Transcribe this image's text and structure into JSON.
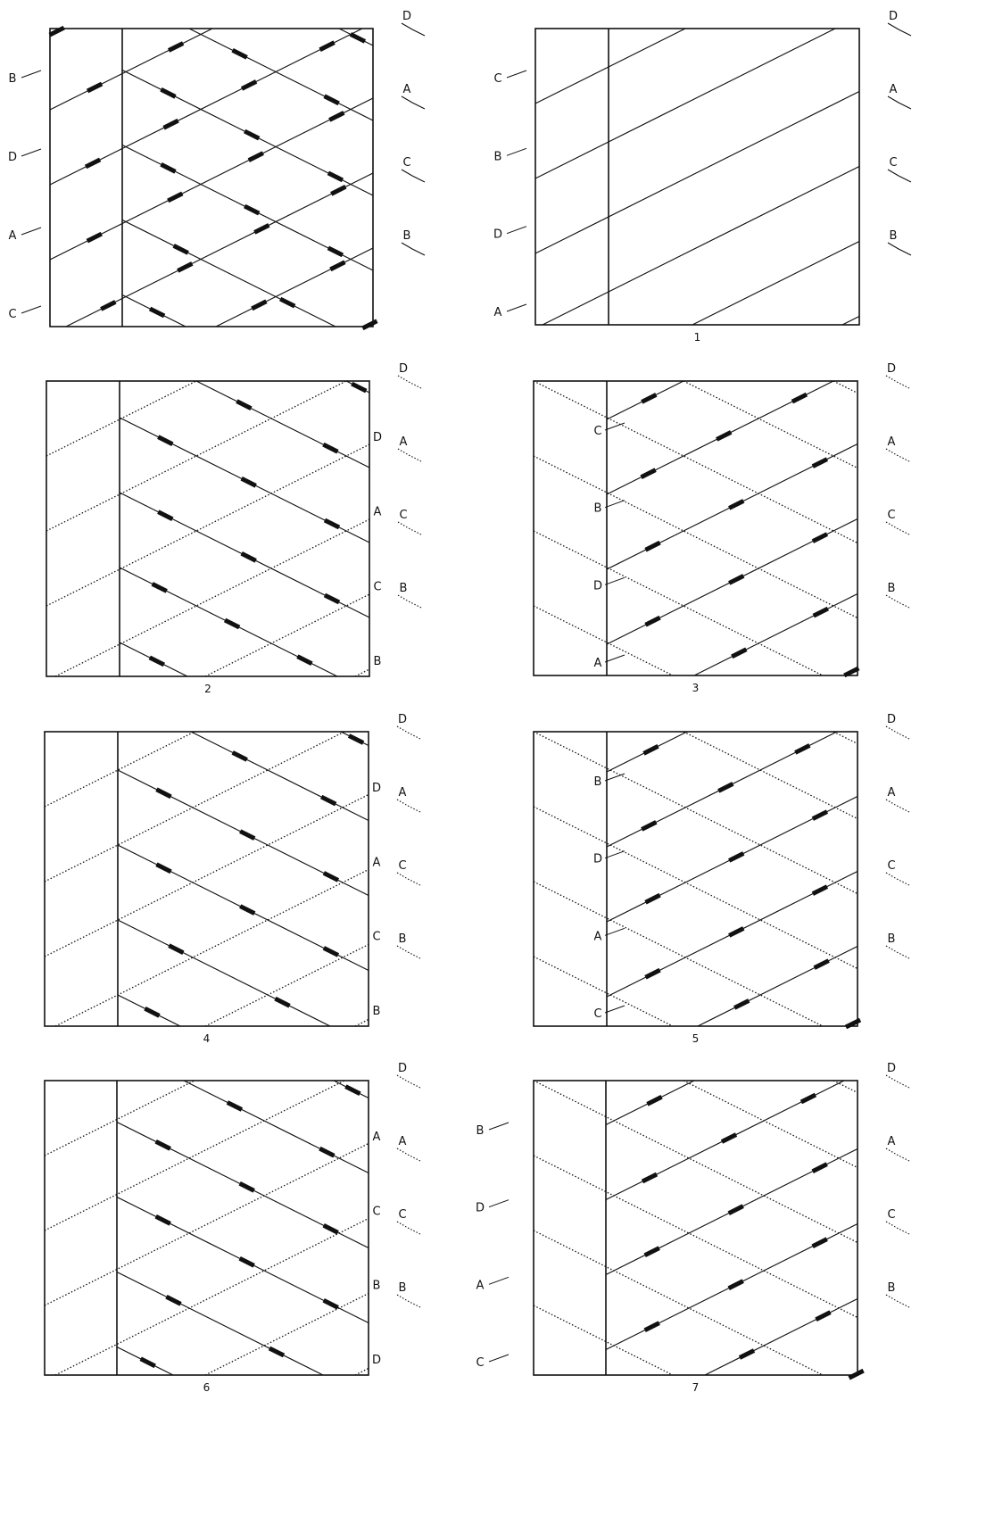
{
  "diagram": {
    "colors": {
      "ink": "#111111",
      "paper": "#ffffff"
    },
    "panels": [
      {
        "id": "p0",
        "caption": "",
        "solid": [
          [
            "ne",
            7
          ],
          [
            "se",
            6
          ]
        ],
        "dotted": [],
        "marks_ne": true,
        "marks_se": true,
        "left_labels": [
          "B",
          "D",
          "A",
          "C"
        ],
        "left_labels_inside": false,
        "wide_left_labels": false,
        "right_labels": [],
        "right_arrow_labels": [
          "D",
          "A",
          "C",
          "B"
        ]
      },
      {
        "id": "p1",
        "caption": "1",
        "solid": [
          [
            "ne",
            0
          ]
        ],
        "dotted": [],
        "marks_ne": false,
        "marks_se": false,
        "left_labels": [
          "C",
          "B",
          "D",
          "A"
        ],
        "left_labels_inside": false,
        "wide_left_labels": false,
        "right_labels": [],
        "right_arrow_labels": [
          "D",
          "A",
          "C",
          "B"
        ]
      },
      {
        "id": "p2",
        "caption": "2",
        "solid": [
          [
            "se",
            0
          ]
        ],
        "dotted": [
          [
            "ne",
            0
          ]
        ],
        "marks_ne": false,
        "marks_se": true,
        "left_labels": [],
        "left_labels_inside": false,
        "wide_left_labels": false,
        "right_labels": [
          "D",
          "A",
          "C",
          "B"
        ],
        "right_arrow_labels": [
          "D",
          "A",
          "C",
          "B"
        ]
      },
      {
        "id": "p3",
        "caption": "3",
        "solid": [
          [
            "ne",
            0
          ]
        ],
        "dotted": [
          [
            "se",
            0
          ]
        ],
        "marks_ne": true,
        "marks_se": false,
        "left_labels": [
          "C",
          "B",
          "D",
          "A"
        ],
        "left_labels_inside": true,
        "wide_left_labels": false,
        "right_labels": [],
        "right_arrow_labels": [
          "D",
          "A",
          "C",
          "B"
        ]
      },
      {
        "id": "p4",
        "caption": "4",
        "solid": [
          [
            "se",
            2
          ]
        ],
        "dotted": [
          [
            "ne",
            0
          ]
        ],
        "marks_ne": false,
        "marks_se": true,
        "left_labels": [],
        "left_labels_inside": false,
        "wide_left_labels": false,
        "right_labels": [
          "D",
          "A",
          "C",
          "B"
        ],
        "right_arrow_labels": [
          "D",
          "A",
          "C",
          "B"
        ]
      },
      {
        "id": "p5",
        "caption": "5",
        "solid": [
          [
            "ne",
            2
          ]
        ],
        "dotted": [
          [
            "se",
            0
          ]
        ],
        "marks_ne": true,
        "marks_se": false,
        "left_labels": [
          "B",
          "D",
          "A",
          "C"
        ],
        "left_labels_inside": true,
        "wide_left_labels": false,
        "right_labels": [],
        "right_arrow_labels": [
          "D",
          "A",
          "C",
          "B"
        ]
      },
      {
        "id": "p6",
        "caption": "6",
        "solid": [
          [
            "se",
            6
          ]
        ],
        "dotted": [
          [
            "ne",
            0
          ]
        ],
        "marks_ne": false,
        "marks_se": true,
        "left_labels": [],
        "left_labels_inside": false,
        "wide_left_labels": false,
        "right_labels": [
          "A",
          "C",
          "B",
          "D"
        ],
        "right_arrow_labels": [
          "D",
          "A",
          "C",
          "B"
        ]
      },
      {
        "id": "p7",
        "caption": "7",
        "solid": [
          [
            "ne",
            6
          ]
        ],
        "dotted": [
          [
            "se",
            0
          ]
        ],
        "marks_ne": true,
        "marks_se": false,
        "left_labels": [
          "B",
          "D",
          "A",
          "C"
        ],
        "left_labels_inside": false,
        "wide_left_labels": true,
        "right_labels": [],
        "right_arrow_labels": [
          "D",
          "A",
          "C",
          "B"
        ]
      }
    ]
  }
}
